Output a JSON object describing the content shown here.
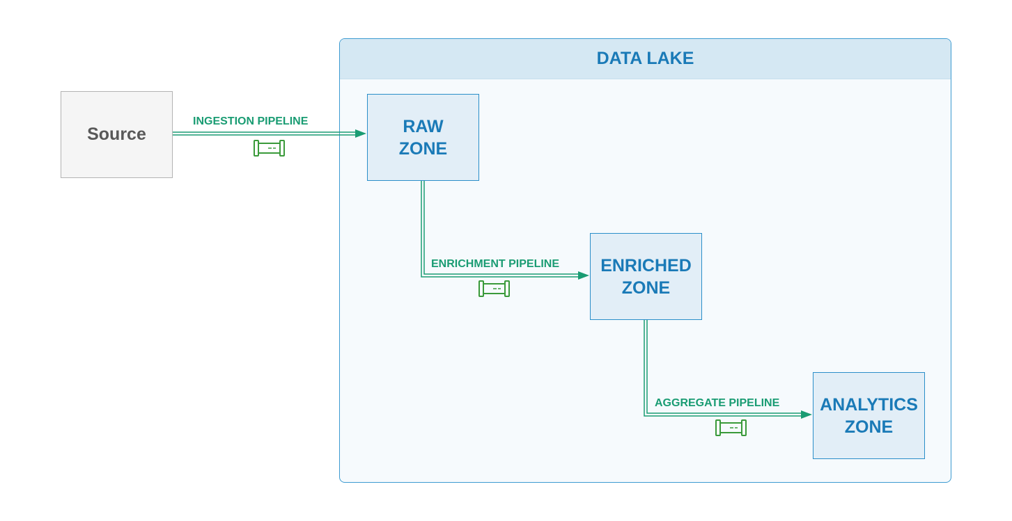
{
  "diagram": {
    "source": {
      "label": "Source"
    },
    "lake": {
      "title": "DATA LAKE"
    },
    "zones": [
      {
        "id": "raw",
        "label": "RAW\nZONE"
      },
      {
        "id": "enriched",
        "label": "ENRICHED\nZONE"
      },
      {
        "id": "analytics",
        "label": "ANALYTICS\nZONE"
      }
    ],
    "pipelines": [
      {
        "id": "ingestion",
        "label": "INGESTION PIPELINE",
        "icon": "pipe-icon"
      },
      {
        "id": "enrichment",
        "label": "ENRICHMENT PIPELINE",
        "icon": "pipe-icon"
      },
      {
        "id": "aggregate",
        "label": "AGGREGATE PIPELINE",
        "icon": "pipe-icon"
      }
    ],
    "colors": {
      "lake_border": "#3d9bd1",
      "lake_header": "#d5e8f3",
      "zone_text": "#1a7ab7",
      "pipeline": "#1a9c73",
      "pipe_icon": "#3a9a3a"
    }
  }
}
